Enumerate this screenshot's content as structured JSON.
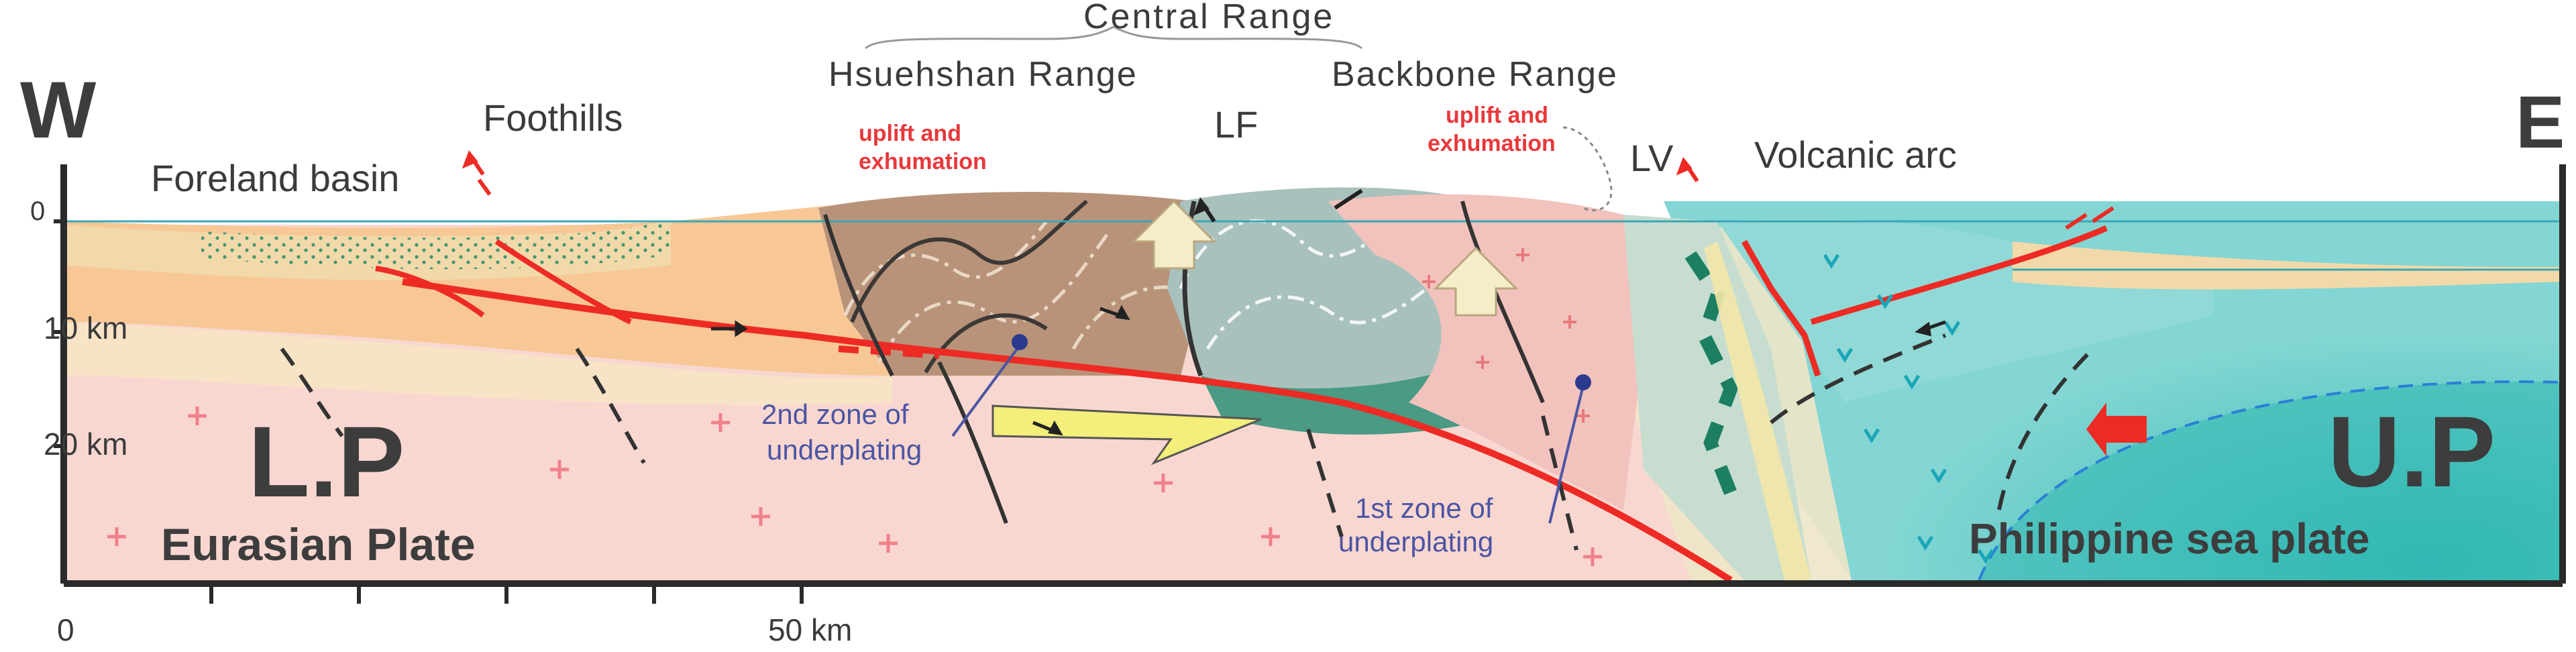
{
  "directions": {
    "west": "W",
    "east": "E"
  },
  "labels": {
    "central_range": "Central Range",
    "hsuehshan_range": "Hsuehshan Range",
    "backbone_range": "Backbone Range",
    "foothills": "Foothills",
    "foreland_basin": "Foreland basin",
    "lf": "LF",
    "lv": "LV",
    "volcanic_arc": "Volcanic arc",
    "uplift_1_line1": "uplift and",
    "uplift_1_line2": "exhumation",
    "uplift_2_line1": "uplift and",
    "uplift_2_line2": "exhumation",
    "underplating_2_line1": "2nd zone of",
    "underplating_2_line2": "underplating",
    "underplating_1_line1": "1st zone of",
    "underplating_1_line2": "underplating",
    "lower_plate_abbr": "L.P",
    "lower_plate_name": "Eurasian Plate",
    "upper_plate_abbr": "U.P",
    "upper_plate_name": "Philippine sea plate"
  },
  "depth_axis": {
    "ticks": [
      "0",
      "10 km",
      "20 km"
    ]
  },
  "distance_axis": {
    "ticks": [
      "0",
      "50 km"
    ]
  },
  "colors": {
    "eurasian_plate": "#f9d7d1",
    "philippine_plate": "#7fd3d0",
    "foreland_sediment": "#f7c896",
    "hsuehshan_unit": "#b89379",
    "backbone_slate": "#a9c1bd",
    "backbone_core": "#f2c2bd",
    "fault_red": "#ed2b24",
    "label_blue": "#4b55a3"
  }
}
